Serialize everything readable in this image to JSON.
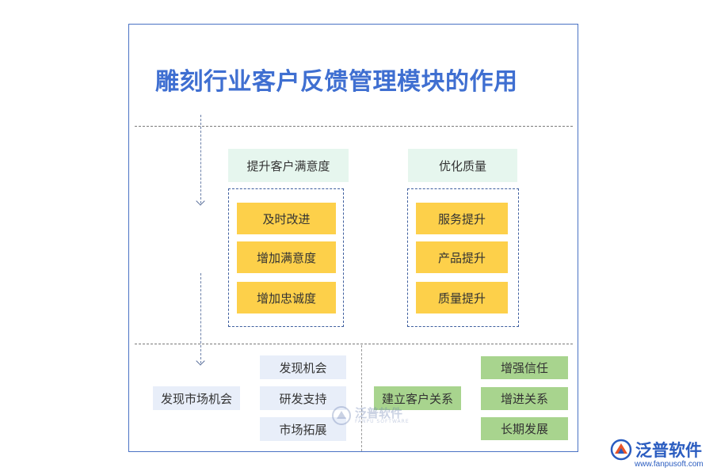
{
  "title": "雕刻行业客户反馈管理模块的作用",
  "section1": {
    "left_column": {
      "header": "提升客户满意度",
      "items": [
        "及时改进",
        "增加满意度",
        "增加忠诚度"
      ]
    },
    "right_column": {
      "header": "优化质量",
      "items": [
        "服务提升",
        "产品提升",
        "质量提升"
      ]
    }
  },
  "section2": {
    "left_group": {
      "root": "发现市场机会",
      "items": [
        "发现机会",
        "研发支持",
        "市场拓展"
      ]
    },
    "right_group": {
      "root": "建立客户关系",
      "items": [
        "增强信任",
        "增进关系",
        "长期发展"
      ]
    }
  },
  "watermark": {
    "name": "泛普软件",
    "subtitle": "FANPU SOFTWARE"
  },
  "brand": {
    "name": "泛普软件",
    "url": "www.fanpusoft.com"
  },
  "colors": {
    "title": "#3f6fd1",
    "header_bg": "#e6f6ee",
    "item_gold": "#fdd04a",
    "item_pale_blue": "#e8eef9",
    "item_green": "#a8d48e",
    "frame": "#4a72c4"
  }
}
